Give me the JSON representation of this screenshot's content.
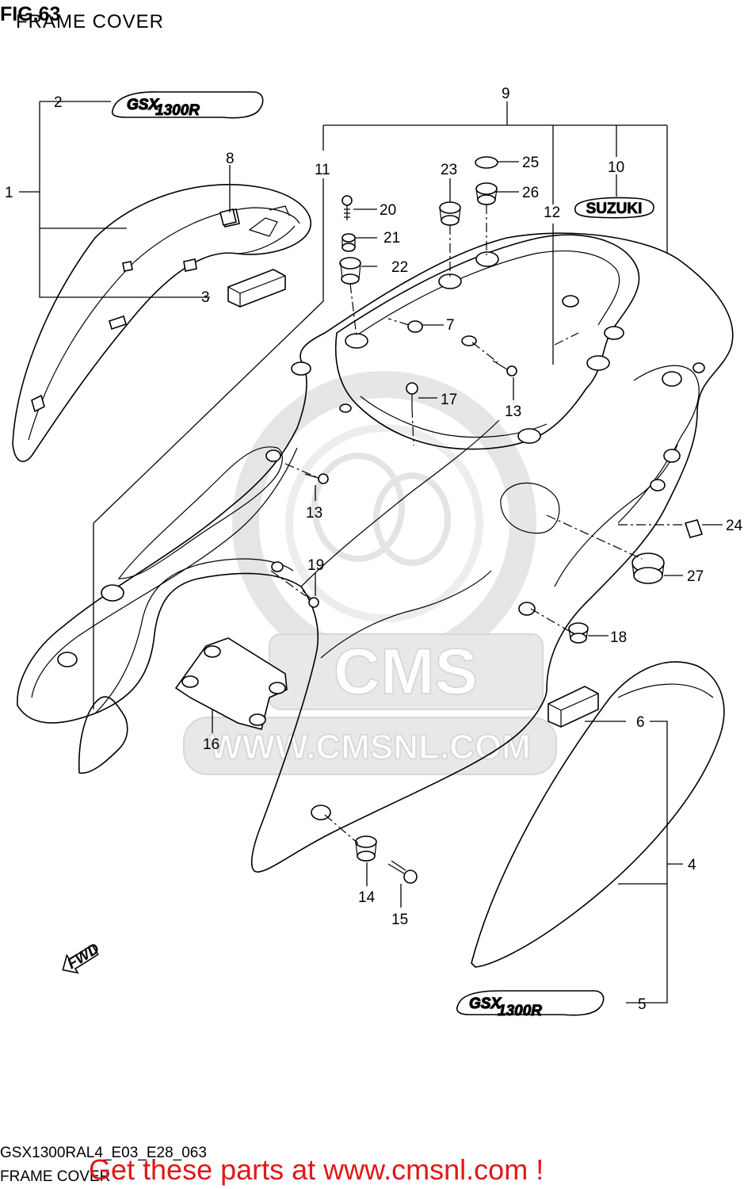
{
  "header": {
    "figure": "FIG.63",
    "subtitle": "FRAME COVER"
  },
  "footer": {
    "model_code": "GSX1300RAL4_E03_E28_063",
    "section_name": "FRAME COVER",
    "promo": "Get these parts at www.cmsnl.com !",
    "promo_color": "#e01818"
  },
  "watermark": {
    "text": "WWW.CMSNL.COM",
    "logo_text": "CMS"
  },
  "decals": {
    "gsxr_line1": "GSX",
    "gsxr_line2": "1300R",
    "brand": "SUZUKI"
  },
  "direction_arrow": "FWD",
  "callouts": {
    "c1": "1",
    "c2": "2",
    "c3": "3",
    "c4": "4",
    "c5": "5",
    "c6": "6",
    "c7": "7",
    "c8": "8",
    "c9": "9",
    "c10": "10",
    "c11": "11",
    "c12": "12",
    "c13a": "13",
    "c13b": "13",
    "c14": "14",
    "c15": "15",
    "c16": "16",
    "c17": "17",
    "c18": "18",
    "c19": "19",
    "c20": "20",
    "c21": "21",
    "c22": "22",
    "c23": "23",
    "c24": "24",
    "c25": "25",
    "c26": "26",
    "c27": "27"
  }
}
